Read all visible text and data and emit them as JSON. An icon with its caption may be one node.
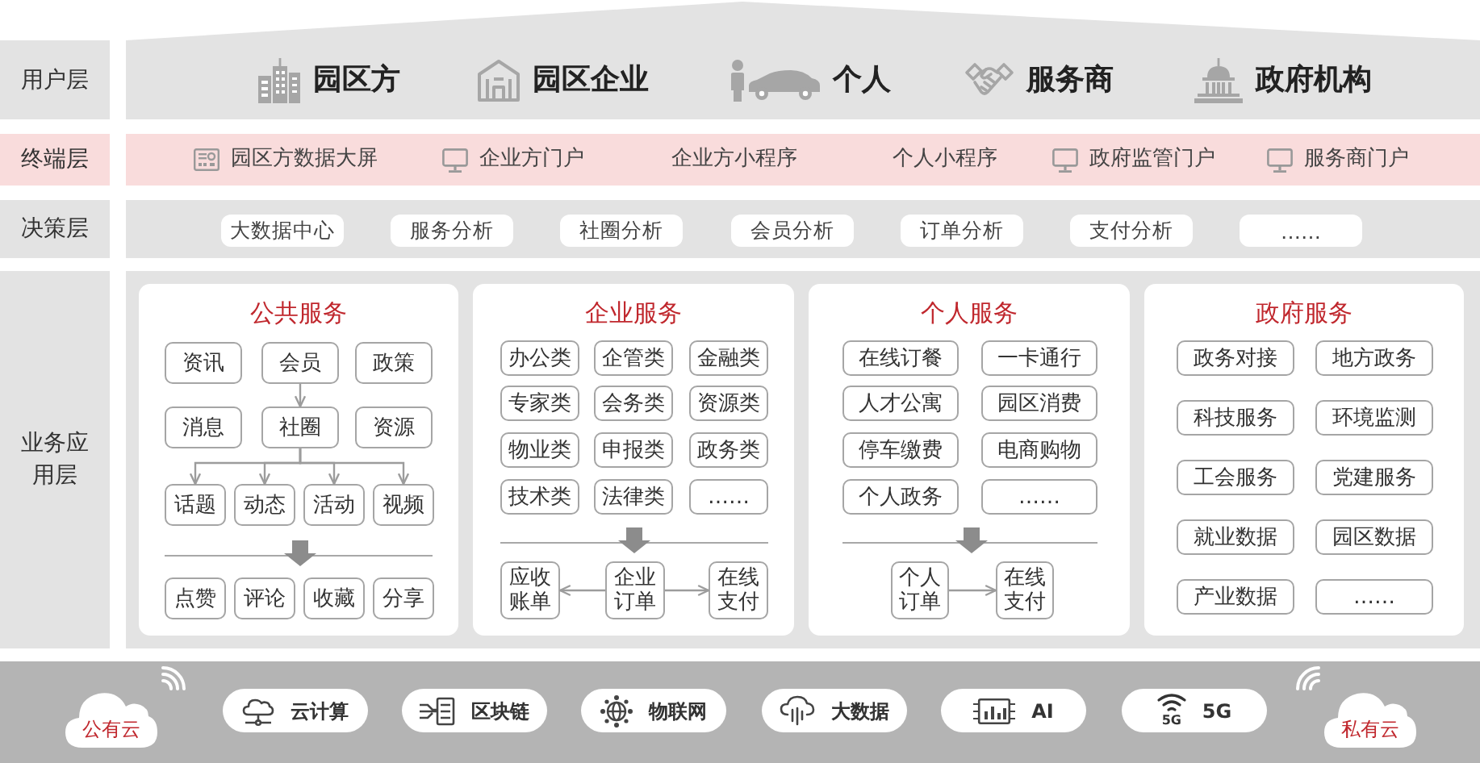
{
  "diagram": {
    "nodes": [
      {
        "text": [
          "用户层"
        ]
      },
      {
        "text": [
          "园区方",
          "园区企业",
          "个人",
          "服务商",
          "政府机构"
        ]
      },
      {
        "text": [
          "终端层"
        ]
      },
      {
        "text": [
          "园区方数据大屏",
          "企业方门户",
          "企业方小程序",
          "个人小程序",
          "政府监管门户",
          "服务商门户"
        ]
      },
      {
        "text": [
          "决策层"
        ]
      },
      {
        "text": [],
        "shape": "band"
      },
      {
        "text": [
          "大数据中心"
        ],
        "in": 5
      },
      {
        "text": [
          "服务分析"
        ],
        "in": 5
      },
      {
        "text": [
          "社圈分析"
        ],
        "in": 5
      },
      {
        "text": [
          "会员分析"
        ],
        "in": 5
      },
      {
        "text": [
          "订单分析"
        ],
        "in": 5
      },
      {
        "text": [
          "支付分析"
        ],
        "in": 5
      },
      {
        "text": [
          "……"
        ],
        "in": 5
      },
      {
        "text": [
          "业务应用层"
        ]
      },
      {
        "text": [],
        "shape": "band"
      },
      {
        "text": [
          "公共服务"
        ],
        "in": 14
      },
      {
        "text": [
          "资讯"
        ],
        "in": 15
      },
      {
        "text": [
          "会员"
        ],
        "in": 15
      },
      {
        "text": [
          "政策"
        ],
        "in": 15
      },
      {
        "text": [
          "消息"
        ],
        "in": 15
      },
      {
        "text": [
          "社圈"
        ],
        "in": 15
      },
      {
        "text": [
          "资源"
        ],
        "in": 15
      },
      {
        "text": [
          "话题"
        ],
        "in": 15
      },
      {
        "text": [
          "动态"
        ],
        "in": 15
      },
      {
        "text": [
          "活动"
        ],
        "in": 15
      },
      {
        "text": [
          "视频"
        ],
        "in": 15
      },
      {
        "text": [
          "点赞"
        ],
        "in": 15
      },
      {
        "text": [
          "评论"
        ],
        "in": 15
      },
      {
        "text": [
          "收藏"
        ],
        "in": 15
      },
      {
        "text": [
          "分享"
        ],
        "in": 15
      },
      {
        "text": [
          "企业服务"
        ],
        "in": 14
      },
      {
        "text": [
          "办公类"
        ],
        "in": 30
      },
      {
        "text": [
          "企管类"
        ],
        "in": 30
      },
      {
        "text": [
          "金融类"
        ],
        "in": 30
      },
      {
        "text": [
          "专家类"
        ],
        "in": 30
      },
      {
        "text": [
          "会务类"
        ],
        "in": 30
      },
      {
        "text": [
          "资源类"
        ],
        "in": 30
      },
      {
        "text": [
          "物业类"
        ],
        "in": 30
      },
      {
        "text": [
          "申报类"
        ],
        "in": 30
      },
      {
        "text": [
          "政务类"
        ],
        "in": 30
      },
      {
        "text": [
          "技术类"
        ],
        "in": 30
      },
      {
        "text": [
          "法律类"
        ],
        "in": 30
      },
      {
        "text": [
          "……"
        ],
        "in": 30
      },
      {
        "text": [
          "应收账单"
        ],
        "in": 30
      },
      {
        "text": [
          "企业订单"
        ],
        "in": 30
      },
      {
        "text": [
          "在线支付"
        ],
        "in": 30
      },
      {
        "text": [
          "个人服务"
        ],
        "in": 14
      },
      {
        "text": [
          "在线订餐"
        ],
        "in": 46
      },
      {
        "text": [
          "一卡通行"
        ],
        "in": 46
      },
      {
        "text": [
          "人才公寓"
        ],
        "in": 46
      },
      {
        "text": [
          "园区消费"
        ],
        "in": 46
      },
      {
        "text": [
          "停车缴费"
        ],
        "in": 46
      },
      {
        "text": [
          "电商购物"
        ],
        "in": 46
      },
      {
        "text": [
          "个人政务"
        ],
        "in": 46
      },
      {
        "text": [
          "……"
        ],
        "in": 46
      },
      {
        "text": [
          "个人订单"
        ],
        "in": 46
      },
      {
        "text": [
          "在线支付"
        ],
        "in": 46
      },
      {
        "text": [
          "政府服务"
        ],
        "in": 14
      },
      {
        "text": [
          "政务对接"
        ],
        "in": 57
      },
      {
        "text": [
          "地方政务"
        ],
        "in": 57
      },
      {
        "text": [
          "科技服务"
        ],
        "in": 57
      },
      {
        "text": [
          "环境监测"
        ],
        "in": 57
      },
      {
        "text": [
          "工会服务"
        ],
        "in": 57
      },
      {
        "text": [
          "党建服务"
        ],
        "in": 57
      },
      {
        "text": [
          "就业数据"
        ],
        "in": 57
      },
      {
        "text": [
          "园区数据"
        ],
        "in": 57
      },
      {
        "text": [
          "产业数据"
        ],
        "in": 57
      },
      {
        "text": [
          "……"
        ],
        "in": 57
      },
      {
        "text": [],
        "shape": "band"
      },
      {
        "text": [
          "公有云"
        ],
        "in": 68
      },
      {
        "text": [
          "云计算"
        ],
        "in": 68
      },
      {
        "text": [
          "区块链"
        ],
        "in": 68
      },
      {
        "text": [
          "物联网"
        ],
        "in": 68
      },
      {
        "text": [
          "大数据"
        ],
        "in": 68
      },
      {
        "text": [
          "AI"
        ],
        "in": 68
      },
      {
        "text": [
          "5G",
          "5G"
        ],
        "in": 68
      },
      {
        "text": [
          "私有云"
        ],
        "in": 68
      }
    ],
    "edges": [
      {
        "from": 17,
        "to": 20,
        "arrow": "to"
      },
      {
        "from": 20,
        "to": 22,
        "arrow": "to"
      },
      {
        "from": 20,
        "to": 23,
        "arrow": "to"
      },
      {
        "from": 20,
        "to": 24,
        "arrow": "to"
      },
      {
        "from": 20,
        "to": 25,
        "arrow": "to"
      },
      {
        "from": 44,
        "to": 43,
        "arrow": "to"
      },
      {
        "from": 44,
        "to": 45,
        "arrow": "to"
      },
      {
        "from": 55,
        "to": 56,
        "arrow": "to"
      }
    ]
  }
}
